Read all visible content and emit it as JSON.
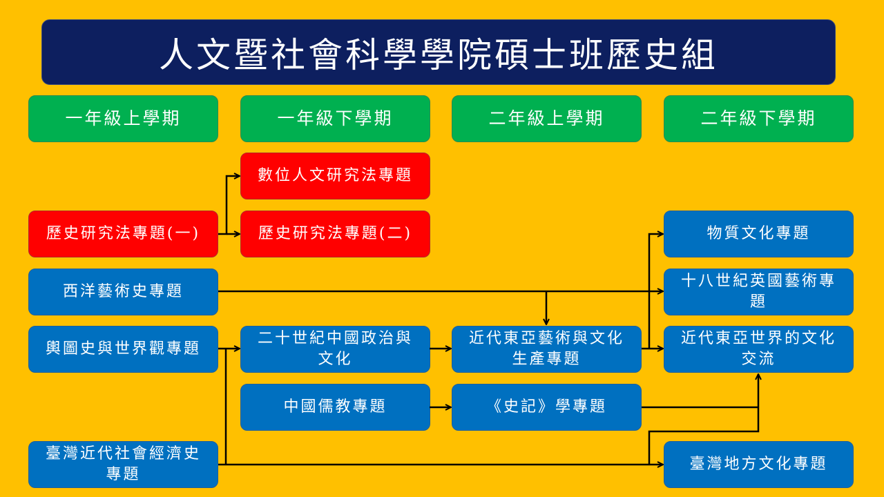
{
  "title": "人文暨社會科學學院碩士班歷史組",
  "semesters": [
    "一年級上學期",
    "一年級下學期",
    "二年級上學期",
    "二年級下學期"
  ],
  "courses": {
    "history_method_1": "歷史研究法專題(一)",
    "digital_humanities": "數位人文研究法專題",
    "history_method_2": "歷史研究法專題(二)",
    "western_art": "西洋藝術史專題",
    "cartography": "輿圖史與世界觀專題",
    "taiwan_socioeconomic": "臺灣近代社會經濟史專題",
    "china_20c": "二十世紀中國政治與文化",
    "confucianism": "中國儒教專題",
    "east_asia_art": "近代東亞藝術與文化生產專題",
    "shiji": "《史記》學專題",
    "material_culture": "物質文化專題",
    "british_art_18c": "十八世紀英國藝術專題",
    "east_asia_exchange": "近代東亞世界的文化交流",
    "taiwan_local": "臺灣地方文化專題"
  },
  "colors": {
    "background": "#ffc000",
    "title": "#0d1f5f",
    "semester": "#00b050",
    "required": "#ff0000",
    "elective": "#0070c0"
  }
}
